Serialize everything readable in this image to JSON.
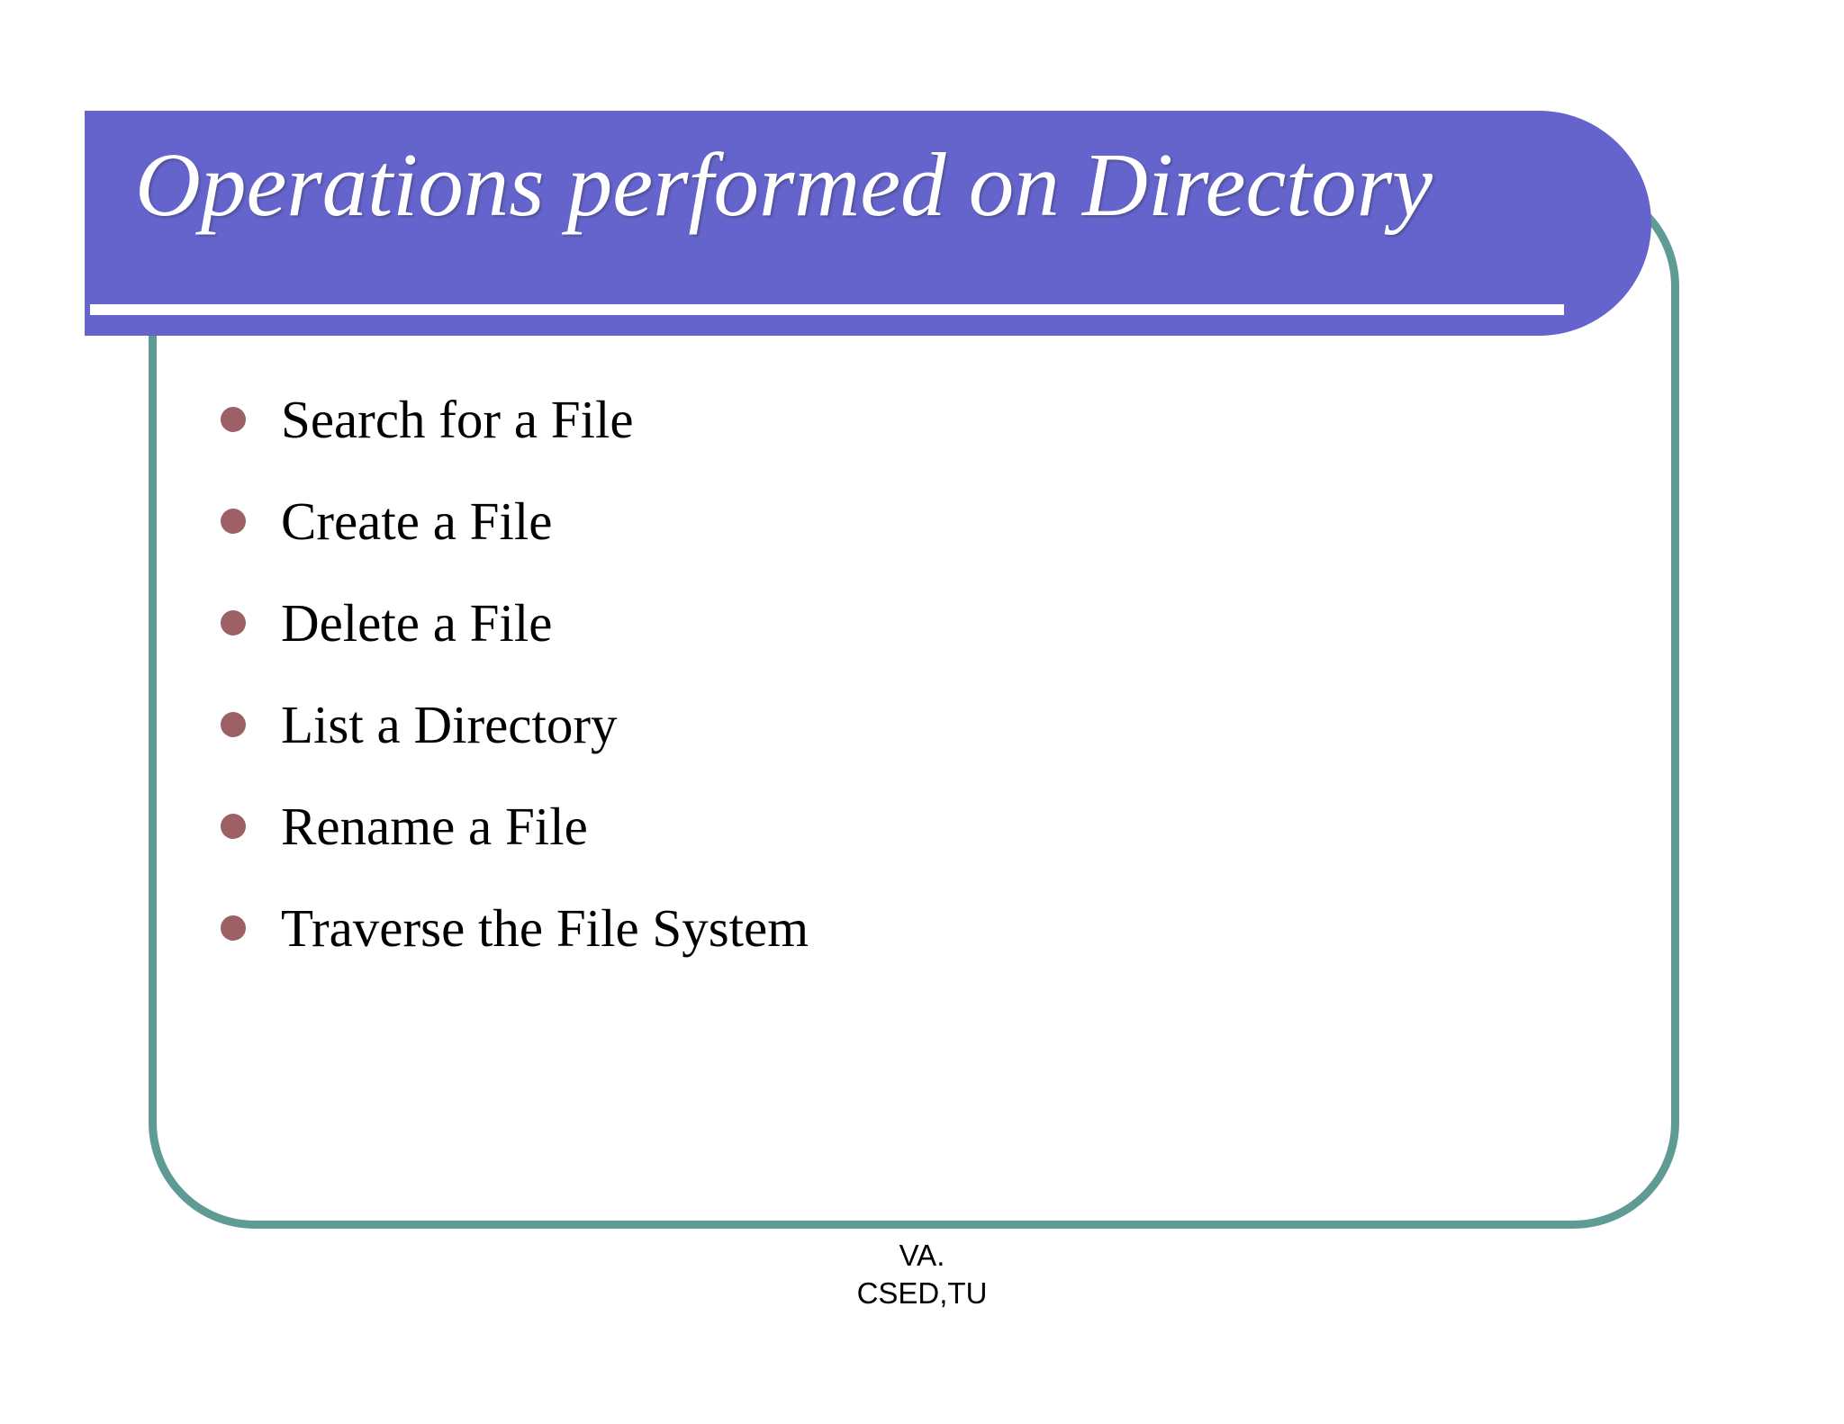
{
  "slide": {
    "title": "Operations performed on Directory",
    "bullets": [
      {
        "label": "Search for a File"
      },
      {
        "label": "Create a File"
      },
      {
        "label": "Delete a File"
      },
      {
        "label": "List a Directory"
      },
      {
        "label": "Rename a File"
      },
      {
        "label": "Traverse the File System"
      }
    ],
    "footer": {
      "line1": "VA.",
      "line2": "CSED,TU"
    },
    "colors": {
      "title_banner": "#6464cc",
      "title_text": "#ffffff",
      "frame_border": "#5f9b95",
      "bullet_marker": "#9d6165",
      "body_text": "#000000",
      "background": "#ffffff",
      "title_rule": "#ffffff"
    }
  }
}
